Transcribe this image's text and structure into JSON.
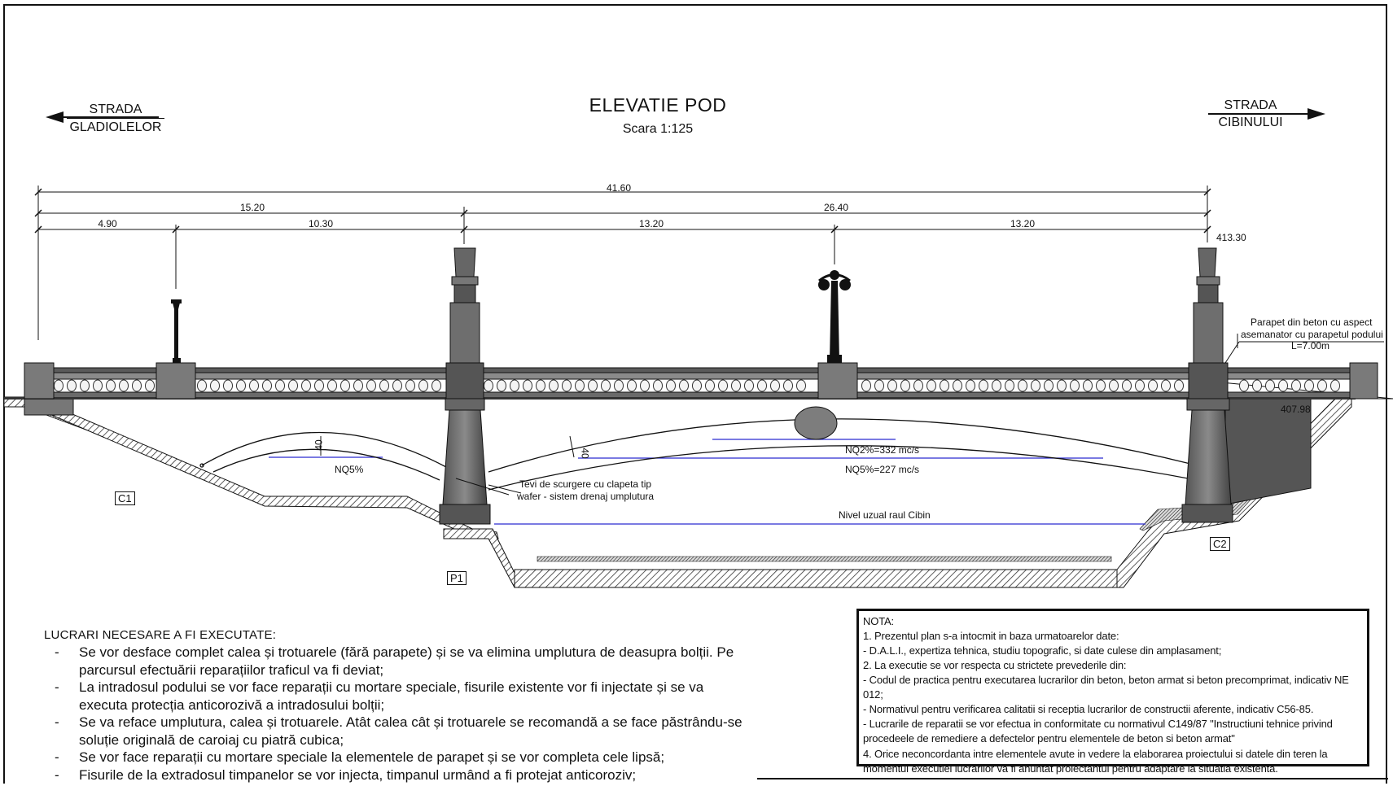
{
  "title": "ELEVATIE POD",
  "scale": "Scara 1:125",
  "streets": {
    "left": {
      "line1": "STRADA",
      "line2": "GLADIOLELOR"
    },
    "right": {
      "line1": "STRADA",
      "line2": "CIBINULUI"
    }
  },
  "dimensions": {
    "total": "41.60",
    "left_span": "15.20",
    "right_span": "26.40",
    "seg1": "4.90",
    "seg2": "10.30",
    "seg3": "13.20",
    "seg4": "13.20"
  },
  "elevations": {
    "top": "413.30",
    "bottom": "407.98"
  },
  "labels": {
    "parapet_line1": "Parapet din beton cu aspect",
    "parapet_line2": "asemanator cu parapetul podului",
    "parapet_line3": "L=7.00m",
    "nq5_left": "NQ5%",
    "nq2": "NQ2%=332 mc/s",
    "nq5": "NQ5%=227 mc/s",
    "drain_line1": "Tevi de scurgere cu clapeta tip",
    "drain_line2": "wafer - sistem drenaj umplutura",
    "river_level": "Nivel uzual raul Cibin",
    "thick_left": "40",
    "thick_right": "40"
  },
  "tags": {
    "c1": "C1",
    "p1": "P1",
    "c2": "C2"
  },
  "works": {
    "heading": "LUCRARI NECESARE A FI EXECUTATE:",
    "items": [
      "Se vor desface complet calea și trotuarele (fără parapete) și se va elimina umplutura de deasupra bolții. Pe parcursul efectuării reparațiilor traficul va fi deviat;",
      "La intradosul podului se vor face reparații cu mortare speciale, fisurile existente vor fi injectate și se va executa protecția anticorozivă a intradosului bolții;",
      "Se va reface umplutura, calea și trotuarele. Atât calea cât și trotuarele se recomandă a se face păstrându-se soluție originală de caroiaj cu piatră cubica;",
      "Se vor face reparații cu mortare speciale la elementele de parapet și se vor completa cele lipsă;",
      "Fisurile de la extradosul timpanelor se vor injecta, timpanul urmând a fi protejat anticoroziv;"
    ]
  },
  "nota": {
    "title": "NOTA:",
    "lines": [
      "1. Prezentul plan s-a intocmit in baza urmatoarelor date:",
      "- D.A.L.I., expertiza tehnica, studiu topografic, si date culese din amplasament;",
      "2. La executie se vor respecta cu strictete prevederile din:",
      "- Codul de practica pentru executarea lucrarilor din beton, beton armat si beton precomprimat, indicativ NE 012;",
      "- Normativul pentru verificarea calitatii si receptia lucrarilor de constructii aferente, indicativ C56-85.",
      "- Lucrarile de reparatii se vor efectua in conformitate cu normativul C149/87 \"Instructiuni tehnice privind",
      "procedeele de remediere a defectelor pentru elementele de beton si beton armat\"",
      "4. Orice neconcordanta intre elementele avute in vedere la elaborarea proiectului si datele din teren la",
      "momentul executiei lucrarilor va fi anuntat proiectantul pentru adaptare la situatia existenta."
    ]
  },
  "colors": {
    "water": "#2a2ad0",
    "stone": "#707070",
    "stone_dark": "#3a3a3a",
    "line": "#111111"
  }
}
